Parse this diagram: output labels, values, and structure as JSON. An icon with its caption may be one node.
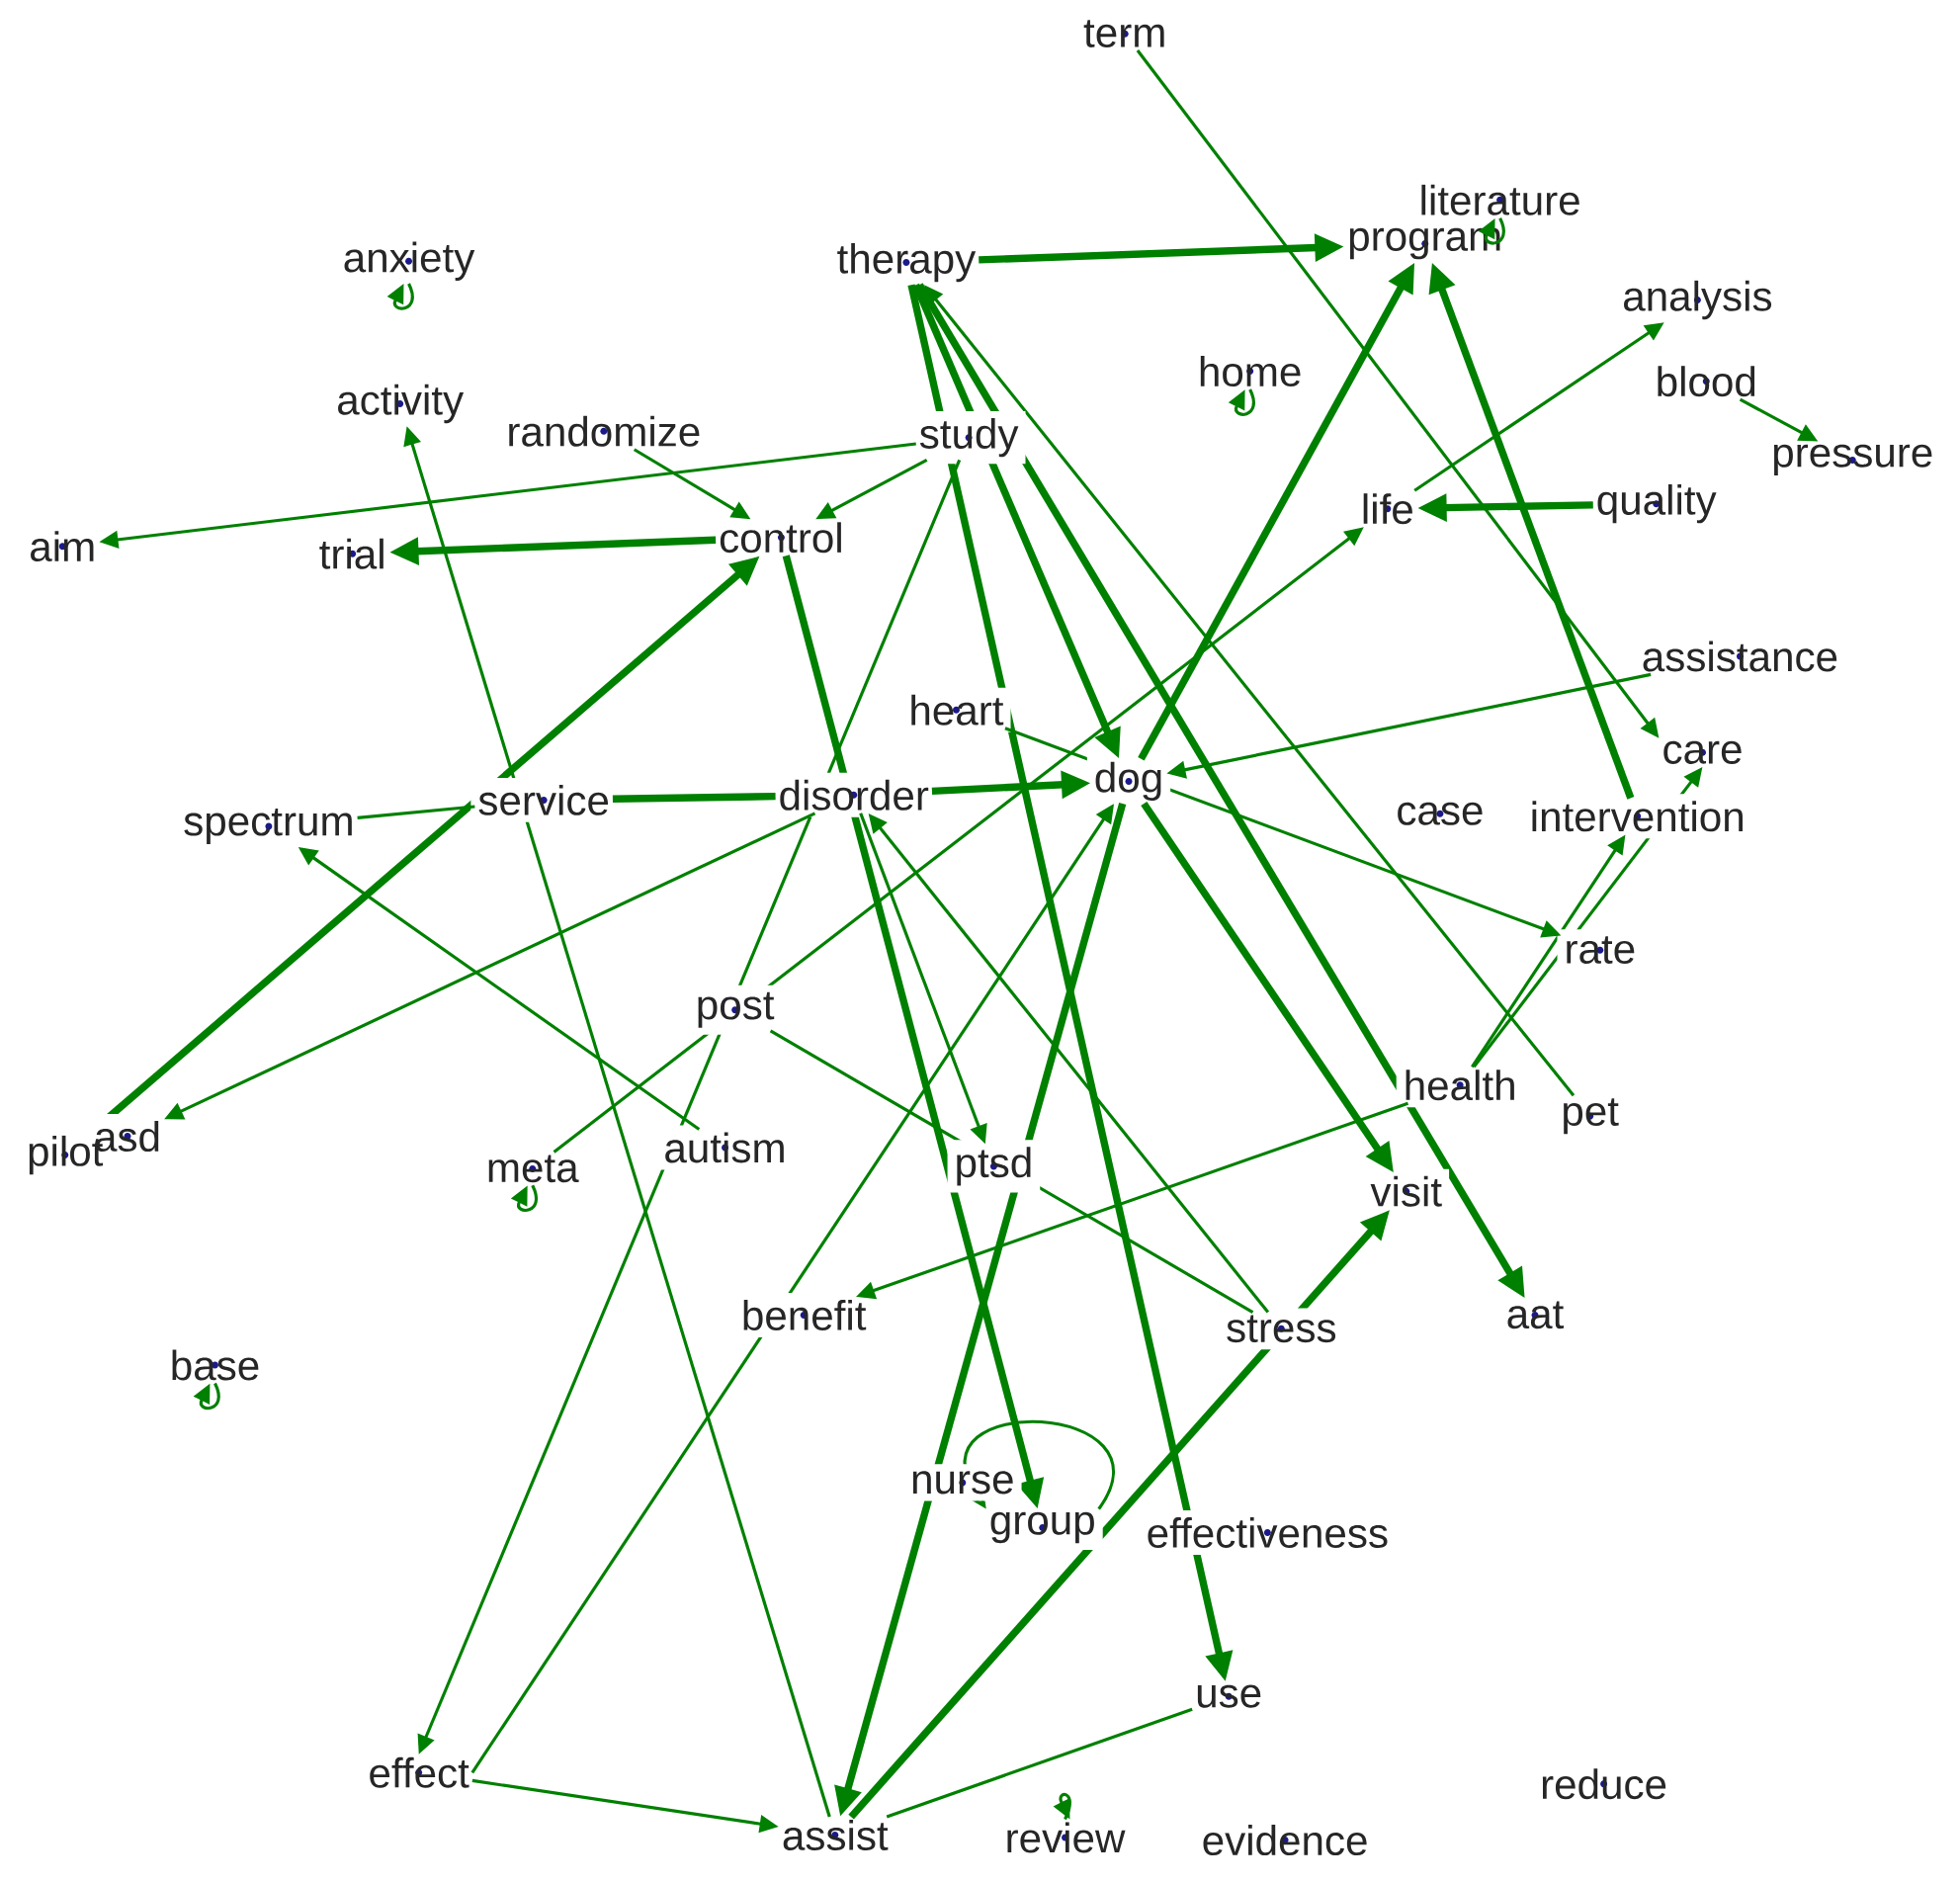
{
  "diagram": {
    "nodes": [
      {
        "text": [
          "term"
        ]
      },
      {
        "text": [
          "literature"
        ]
      },
      {
        "text": [
          "program"
        ]
      },
      {
        "text": [
          "anxiety"
        ]
      },
      {
        "text": [
          "therapy"
        ]
      },
      {
        "text": [
          "analysis"
        ]
      },
      {
        "text": [
          "home"
        ]
      },
      {
        "text": [
          "blood"
        ]
      },
      {
        "text": [
          "activity"
        ]
      },
      {
        "text": [
          "randomize"
        ]
      },
      {
        "text": [
          "study"
        ]
      },
      {
        "text": [
          "pressure"
        ]
      },
      {
        "text": [
          "quality"
        ]
      },
      {
        "text": [
          "life"
        ]
      },
      {
        "text": [
          "aim"
        ]
      },
      {
        "text": [
          "trial"
        ]
      },
      {
        "text": [
          "control"
        ]
      },
      {
        "text": [
          "assistance"
        ]
      },
      {
        "text": [
          "heart"
        ]
      },
      {
        "text": [
          "care"
        ]
      },
      {
        "text": [
          "dog"
        ]
      },
      {
        "text": [
          "service"
        ]
      },
      {
        "text": [
          "disorder"
        ]
      },
      {
        "text": [
          "spectrum"
        ]
      },
      {
        "text": [
          "case"
        ]
      },
      {
        "text": [
          "intervention"
        ]
      },
      {
        "text": [
          "rate"
        ]
      },
      {
        "text": [
          "post"
        ]
      },
      {
        "text": [
          "health"
        ]
      },
      {
        "text": [
          "pet"
        ]
      },
      {
        "text": [
          "pilot"
        ]
      },
      {
        "text": [
          "asd"
        ]
      },
      {
        "text": [
          "meta"
        ]
      },
      {
        "text": [
          "autism"
        ]
      },
      {
        "text": [
          "ptsd"
        ]
      },
      {
        "text": [
          "visit"
        ]
      },
      {
        "text": [
          "benefit"
        ]
      },
      {
        "text": [
          "stress"
        ]
      },
      {
        "text": [
          "aat"
        ]
      },
      {
        "text": [
          "base"
        ]
      },
      {
        "text": [
          "nurse"
        ]
      },
      {
        "text": [
          "group"
        ]
      },
      {
        "text": [
          "effectiveness"
        ]
      },
      {
        "text": [
          "use"
        ]
      },
      {
        "text": [
          "effect"
        ]
      },
      {
        "text": [
          "reduce"
        ]
      },
      {
        "text": [
          "assist"
        ]
      },
      {
        "text": [
          "review"
        ]
      },
      {
        "text": [
          "evidence"
        ]
      }
    ],
    "edges": [
      {
        "from": 4,
        "to": 2,
        "arrow": "to",
        "style": "thick"
      },
      {
        "from": 4,
        "to": 20,
        "arrow": "to",
        "style": "thick"
      },
      {
        "from": 4,
        "to": 38,
        "arrow": "to",
        "style": "thick"
      },
      {
        "from": 4,
        "to": 43,
        "arrow": "to",
        "style": "thick"
      },
      {
        "from": 29,
        "to": 4,
        "arrow": "to"
      },
      {
        "from": 20,
        "to": 2,
        "arrow": "to",
        "style": "thick"
      },
      {
        "from": 25,
        "to": 2,
        "arrow": "to",
        "style": "thick"
      },
      {
        "from": 20,
        "to": 46,
        "arrow": "to",
        "style": "thick"
      },
      {
        "from": 46,
        "to": 35,
        "arrow": "to",
        "style": "thick"
      },
      {
        "from": 46,
        "to": 8,
        "arrow": "to"
      },
      {
        "from": 44,
        "to": 46,
        "arrow": "to"
      },
      {
        "from": 43,
        "to": 46,
        "arrow": "none"
      },
      {
        "from": 10,
        "to": 14,
        "arrow": "to"
      },
      {
        "from": 16,
        "to": 15,
        "arrow": "to",
        "style": "thick"
      },
      {
        "from": 10,
        "to": 16,
        "arrow": "to"
      },
      {
        "from": 9,
        "to": 16,
        "arrow": "to"
      },
      {
        "from": 30,
        "to": 16,
        "arrow": "to",
        "style": "thick"
      },
      {
        "from": 16,
        "to": 41,
        "arrow": "to",
        "style": "thick"
      },
      {
        "from": 41,
        "to": 41,
        "arrow": "to"
      },
      {
        "from": 22,
        "to": 34,
        "arrow": "to"
      },
      {
        "from": 21,
        "to": 22,
        "arrow": "none",
        "style": "thick"
      },
      {
        "from": 22,
        "to": 20,
        "arrow": "to",
        "style": "thick"
      },
      {
        "from": 23,
        "to": 21,
        "arrow": "none"
      },
      {
        "from": 33,
        "to": 23,
        "arrow": "to"
      },
      {
        "from": 22,
        "to": 31,
        "arrow": "to"
      },
      {
        "from": 10,
        "to": 44,
        "arrow": "to"
      },
      {
        "from": 44,
        "to": 20,
        "arrow": "to"
      },
      {
        "from": 20,
        "to": 35,
        "arrow": "to",
        "style": "thick"
      },
      {
        "from": 37,
        "to": 22,
        "arrow": "to"
      },
      {
        "from": 27,
        "to": 37,
        "arrow": "none"
      },
      {
        "from": 28,
        "to": 36,
        "arrow": "to"
      },
      {
        "from": 28,
        "to": 25,
        "arrow": "to"
      },
      {
        "from": 28,
        "to": 19,
        "arrow": "to"
      },
      {
        "from": 12,
        "to": 13,
        "arrow": "to",
        "style": "thick"
      },
      {
        "from": 32,
        "to": 13,
        "arrow": "to"
      },
      {
        "from": 13,
        "to": 5,
        "arrow": "to"
      },
      {
        "from": 7,
        "to": 11,
        "arrow": "to"
      },
      {
        "from": 17,
        "to": 20,
        "arrow": "to"
      },
      {
        "from": 0,
        "to": 19,
        "arrow": "to"
      },
      {
        "from": 18,
        "to": 26,
        "arrow": "to"
      },
      {
        "from": 3,
        "to": 3,
        "arrow": "to"
      },
      {
        "from": 6,
        "to": 6,
        "arrow": "to"
      },
      {
        "from": 1,
        "to": 1,
        "arrow": "to"
      },
      {
        "from": 32,
        "to": 32,
        "arrow": "to"
      },
      {
        "from": 39,
        "to": 39,
        "arrow": "to"
      },
      {
        "from": 47,
        "to": 47,
        "arrow": "to"
      }
    ]
  }
}
